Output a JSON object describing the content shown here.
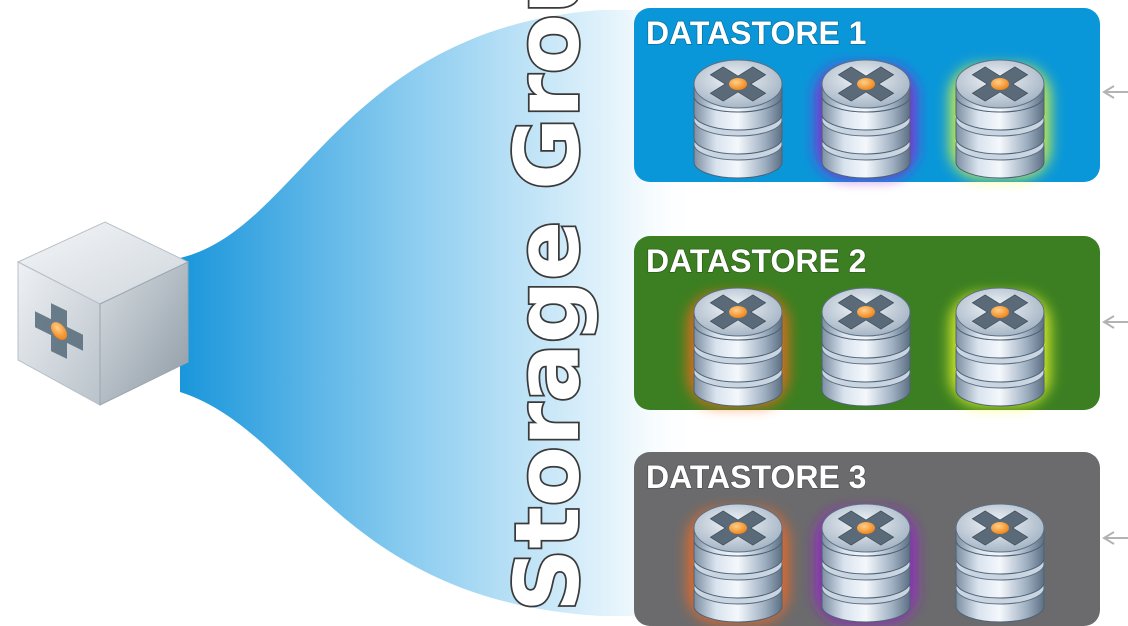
{
  "storage_group": {
    "label": "Storage Group"
  },
  "source_icon": "vm-cube-icon",
  "datastores": [
    {
      "title": "DATASTORE 1",
      "color": "#0a97d9",
      "disks": [
        {
          "icon": "database-disk-icon",
          "glow": "none"
        },
        {
          "icon": "database-disk-icon",
          "glow": "#9b1fd0"
        },
        {
          "icon": "database-disk-icon",
          "glow": "#f2ff2a"
        }
      ]
    },
    {
      "title": "DATASTORE 2",
      "color": "#3b7f22",
      "disks": [
        {
          "icon": "database-disk-icon",
          "glow": "#ff6a1a"
        },
        {
          "icon": "database-disk-icon",
          "glow": "none"
        },
        {
          "icon": "database-disk-icon",
          "glow": "#f2ff2a"
        }
      ]
    },
    {
      "title": "DATASTORE 3",
      "color": "#6b6b6d",
      "disks": [
        {
          "icon": "database-disk-icon",
          "glow": "#ff6a1a"
        },
        {
          "icon": "database-disk-icon",
          "glow": "#9b1fd0"
        },
        {
          "icon": "database-disk-icon",
          "glow": "none"
        }
      ]
    }
  ],
  "colors": {
    "funnel_start": "#1a96db",
    "funnel_end": "#ffffff",
    "bracket": "#b3b3b3"
  }
}
